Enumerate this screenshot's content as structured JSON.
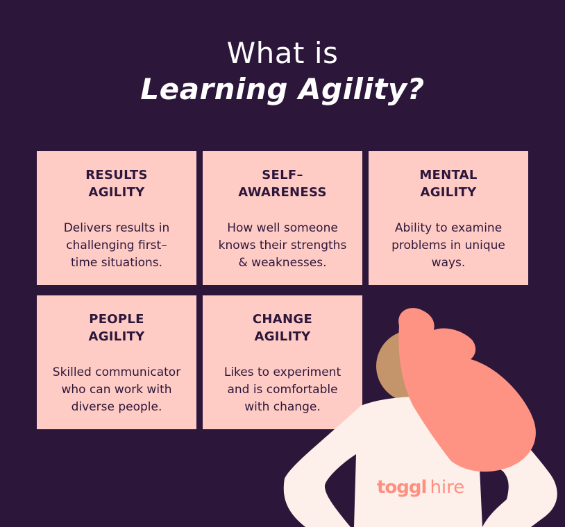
{
  "header": {
    "title_line1": "What is",
    "title_line2": "Learning Agility?"
  },
  "cards": [
    {
      "title": "RESULTS\nAGILITY",
      "description": "Delivers results in\nchallenging first–\ntime situations."
    },
    {
      "title": "SELF–\nAWARENESS",
      "description": "How well someone\nknows their strengths\n& weaknesses."
    },
    {
      "title": "MENTAL\nAGILITY",
      "description": "Ability to examine\nproblems in unique\nways."
    },
    {
      "title": "PEOPLE\nAGILITY",
      "description": "Skilled communicator\nwho can work with\ndiverse people."
    },
    {
      "title": "CHANGE\nAGILITY",
      "description": "Likes to experiment\nand is comfortable\nwith change."
    }
  ],
  "illustration": {
    "subject": "person-from-behind-with-hair-bun",
    "logo_brand": "toggl",
    "logo_product": "hire"
  },
  "colors": {
    "background": "#2c163a",
    "card": "#ffccc5",
    "text_dark": "#2c163a",
    "hair": "#ff9383",
    "skin": "#c4956a",
    "shirt": "#fdefea",
    "logo": "#ff8f7f"
  }
}
